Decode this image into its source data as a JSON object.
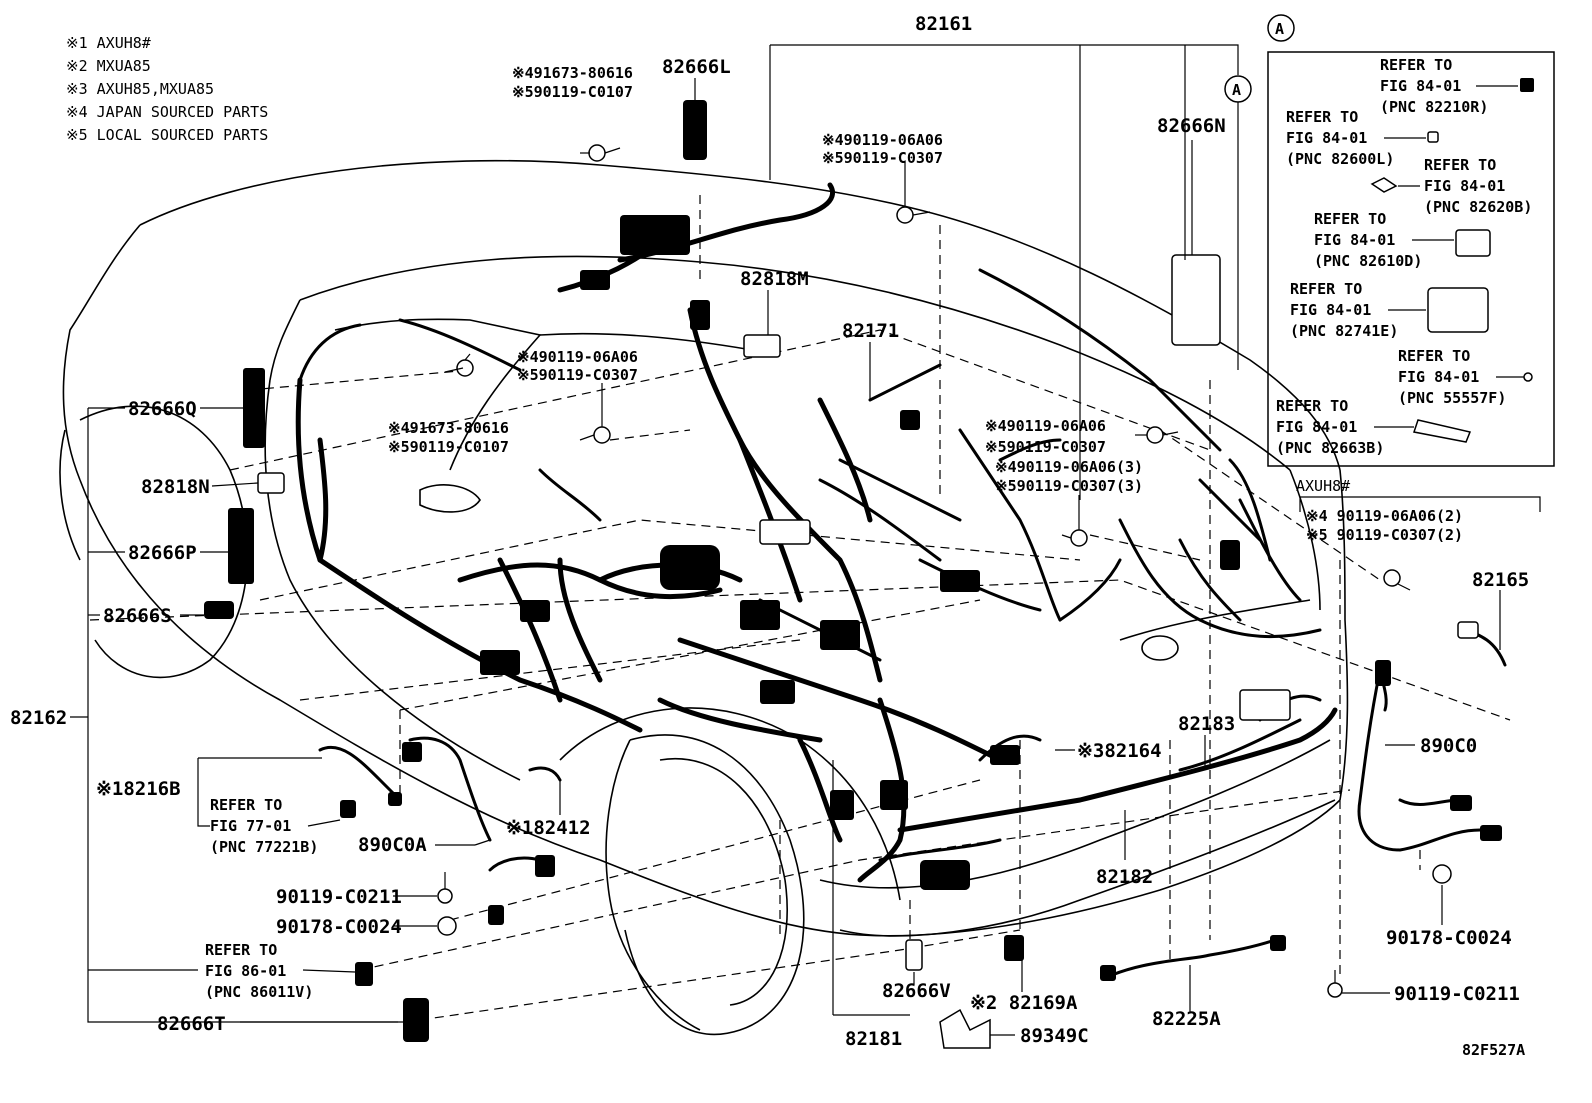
{
  "notes": [
    {
      "mark": "※1",
      "text": "AXUH8#"
    },
    {
      "mark": "※2",
      "text": "MXUA85"
    },
    {
      "mark": "※3",
      "text": "AXUH85,MXUA85"
    },
    {
      "mark": "※4",
      "text": "JAPAN SOURCED PARTS"
    },
    {
      "mark": "※5",
      "text": "LOCAL SOURCED PARTS"
    }
  ],
  "part_numbers": {
    "p82161": "82161",
    "p82162": "82162",
    "p82666L": "82666L",
    "p82666N": "82666N",
    "p82666Q": "82666Q",
    "p82818N": "82818N",
    "p82666P": "82666P",
    "p82666S": "82666S",
    "p82818M": "82818M",
    "p82171": "82171",
    "p82165": "82165",
    "p890C0": "890C0",
    "p82183": "82183",
    "p82164": "※382164",
    "p82182": "82182",
    "p8216B": "※18216B",
    "p82412": "※182412",
    "p890C0A": "890C0A",
    "p90119C0211a": "90119-C0211",
    "p90178C0024a": "90178-C0024",
    "p82666T": "82666T",
    "p82666V": "82666V",
    "p82181": "82181",
    "p82169A": "※2 82169A",
    "p89349C": "89349C",
    "p82225A": "82225A",
    "p90178C0024b": "90178-C0024",
    "p90119C0211b": "90119-C0211"
  },
  "bolt_labels": {
    "b1a": "※491673-80616",
    "b1b": "※590119-C0107",
    "b2a": "※490119-06A06",
    "b2b": "※590119-C0307",
    "b3a": "※490119-06A06",
    "b3b": "※590119-C0307",
    "b4a": "※491673-80616",
    "b4b": "※590119-C0107",
    "b5a": "※490119-06A06",
    "b5b": "※590119-C0307",
    "b6a": "※490119-06A06(3)",
    "b6b": "※590119-C0307(3)",
    "b7a": "※4 90119-06A06(2)",
    "b7b": "※5 90119-C0307(2)"
  },
  "variant_label": "AXUH8#",
  "callout_circle": "A",
  "inset": {
    "title": "A",
    "refs": [
      {
        "l1": "REFER TO",
        "l2": "FIG 84-01",
        "l3": "(PNC 82210R)"
      },
      {
        "l1": "REFER TO",
        "l2": "FIG 84-01",
        "l3": "(PNC 82600L)"
      },
      {
        "l1": "REFER TO",
        "l2": "FIG 84-01",
        "l3": "(PNC 82620B)"
      },
      {
        "l1": "REFER TO",
        "l2": "FIG 84-01",
        "l3": "(PNC 82610D)"
      },
      {
        "l1": "REFER TO",
        "l2": "FIG 84-01",
        "l3": "(PNC 82741E)"
      },
      {
        "l1": "REFER TO",
        "l2": "FIG 84-01",
        "l3": "(PNC 55557F)"
      },
      {
        "l1": "REFER TO",
        "l2": "FIG 84-01",
        "l3": "(PNC 82663B)"
      }
    ]
  },
  "external_refs": [
    {
      "l1": "REFER TO",
      "l2": "FIG 77-01",
      "l3": "(PNC 77221B)"
    },
    {
      "l1": "REFER TO",
      "l2": "FIG 86-01",
      "l3": "(PNC 86011V)"
    }
  ],
  "figure_code": "82F527A"
}
